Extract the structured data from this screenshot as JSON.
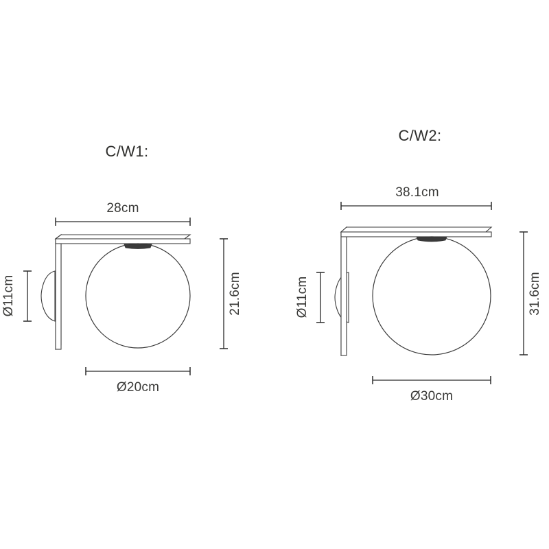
{
  "page": {
    "background_color": "#ffffff",
    "line_color": "#3c3c3c",
    "text_color": "#2e2e2c",
    "dimension_line_color": "#2a2a2a"
  },
  "figures": [
    {
      "id": "cw1",
      "title": "C/W1:",
      "dimensions": {
        "overall_width": "28cm",
        "overall_height": "21.6cm",
        "sphere_diameter": "Ø20cm",
        "backplate_diameter": "Ø11cm"
      }
    },
    {
      "id": "cw2",
      "title": "C/W2:",
      "dimensions": {
        "overall_width": "38.1cm",
        "overall_height": "31.6cm",
        "sphere_diameter": "Ø30cm",
        "backplate_diameter": "Ø11cm"
      }
    }
  ]
}
